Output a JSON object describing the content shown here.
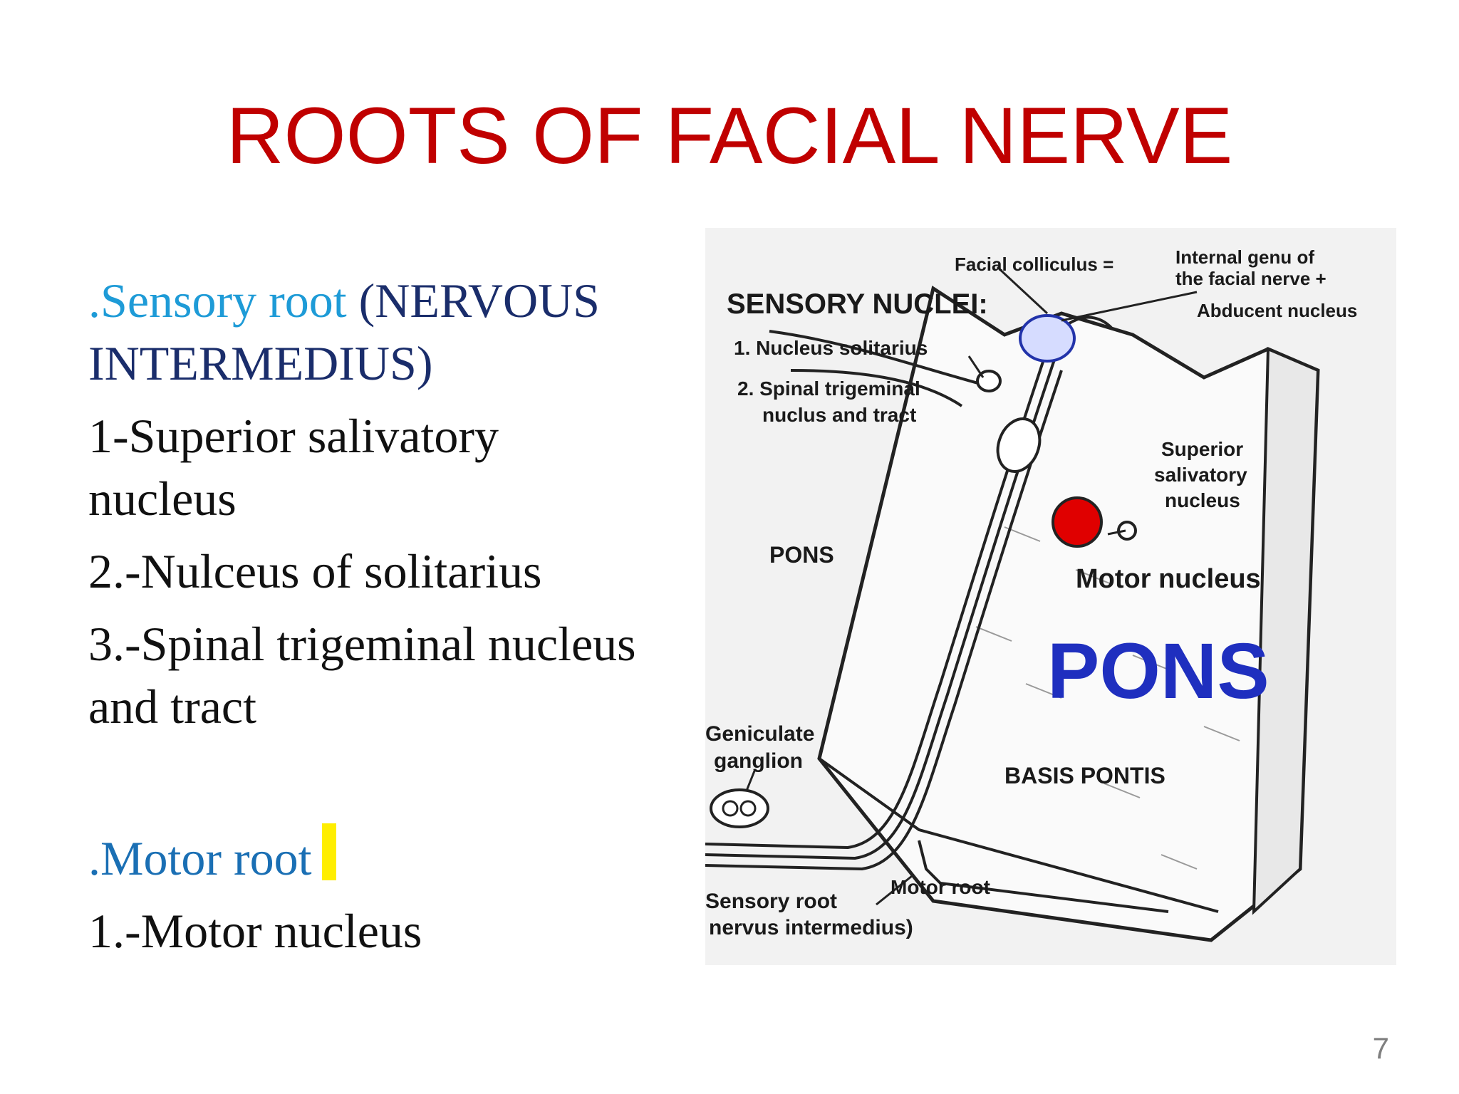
{
  "slide": {
    "title": "ROOTS OF FACIAL NERVE",
    "page_number": "7"
  },
  "sensory": {
    "heading_prefix": ".Sensory root",
    "heading_paren_1": "(NERVOUS",
    "heading_paren_2": "INTERMEDIUS)",
    "items": [
      "1-Superior salivatory",
      "nucleus",
      "2.-Nulceus of solitarius",
      "3.-Spinal trigeminal nucleus",
      "and tract"
    ]
  },
  "motor": {
    "heading": ".Motor root",
    "items": [
      "1.-Motor nucleus"
    ]
  },
  "colors": {
    "title": "#c00000",
    "accent": "#1e9bd7",
    "dark_blue": "#1a2d6b",
    "highlight": "#ffee00",
    "motor_nucleus_dot": "#e00000",
    "pons_label": "#1f2fbf"
  },
  "figure": {
    "labels": {
      "facial_colliculus": "Facial colliculus =",
      "internal_genu_1": "Internal genu of",
      "internal_genu_2": "the facial nerve +",
      "abducent": "Abducent nucleus",
      "sensory_nuclei": "SENSORY NUCLEI:",
      "nucleus_solitarius": "1. Nucleus solitarius",
      "spinal_trig_1": "2. Spinal trigeminal",
      "spinal_trig_2": "nuclus and tract",
      "superior_1": "Superior",
      "superior_2": "salivatory",
      "superior_3": "nucleus",
      "pons_small": "PONS",
      "motor_nucleus": "Motor nucleus",
      "pons_big": "PONS",
      "geniculate_1": "Geniculate",
      "geniculate_2": "ganglion",
      "basis_pontis": "BASIS PONTIS",
      "sensory_root_1": "Sensory root",
      "sensory_root_2": "nervus intermedius)",
      "motor_root": "Motor root"
    }
  }
}
